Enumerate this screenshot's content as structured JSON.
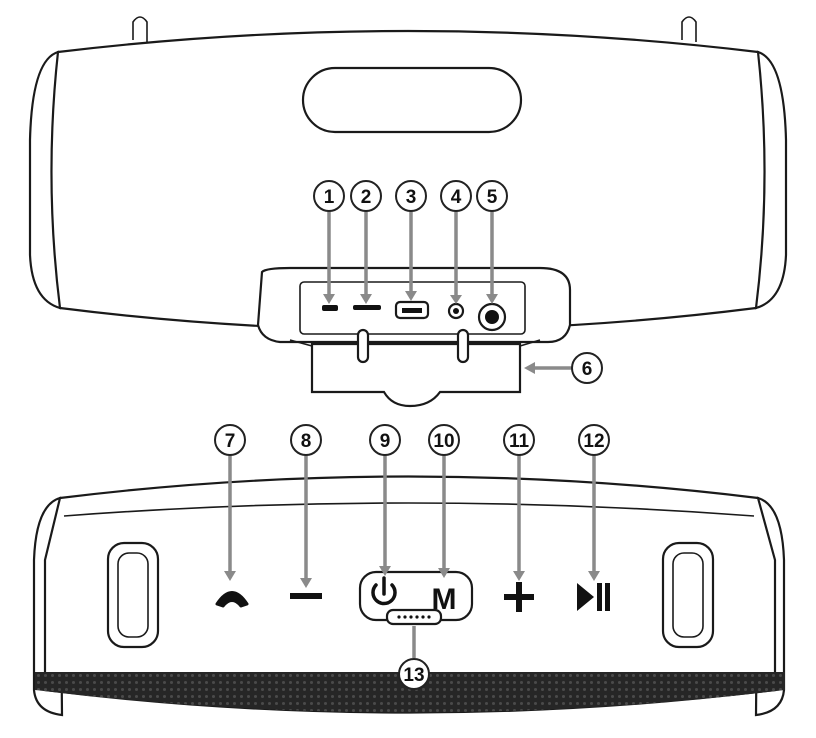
{
  "callouts": [
    "1",
    "2",
    "3",
    "4",
    "5",
    "6",
    "7",
    "8",
    "9",
    "10",
    "11",
    "12",
    "13"
  ],
  "button_labels": {
    "mode": "M"
  },
  "colors": {
    "outline": "#1a1a1a",
    "leader": "#8a8a8a",
    "grille": "#262626"
  },
  "icons": [
    "micro-usb-port-icon",
    "service-port-icon",
    "usb-a-port-icon",
    "aux-jack-icon",
    "dc-in-port-icon",
    "phone-icon",
    "minus-icon",
    "power-icon",
    "plus-icon",
    "play-pause-icon",
    "battery-indicator-icon"
  ]
}
